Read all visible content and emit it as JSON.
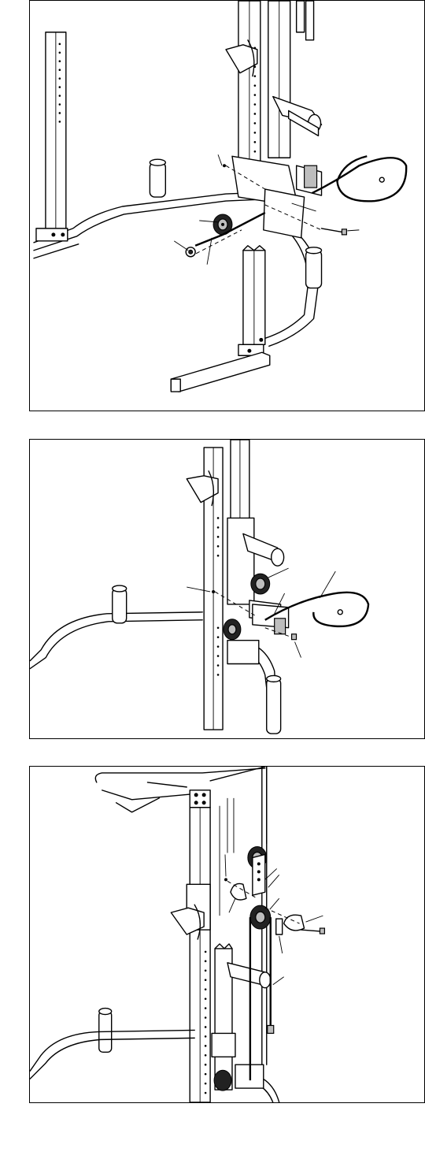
{
  "figures": [
    {
      "id": "step-1"
    },
    {
      "id": "step-2"
    },
    {
      "id": "step-3"
    }
  ]
}
